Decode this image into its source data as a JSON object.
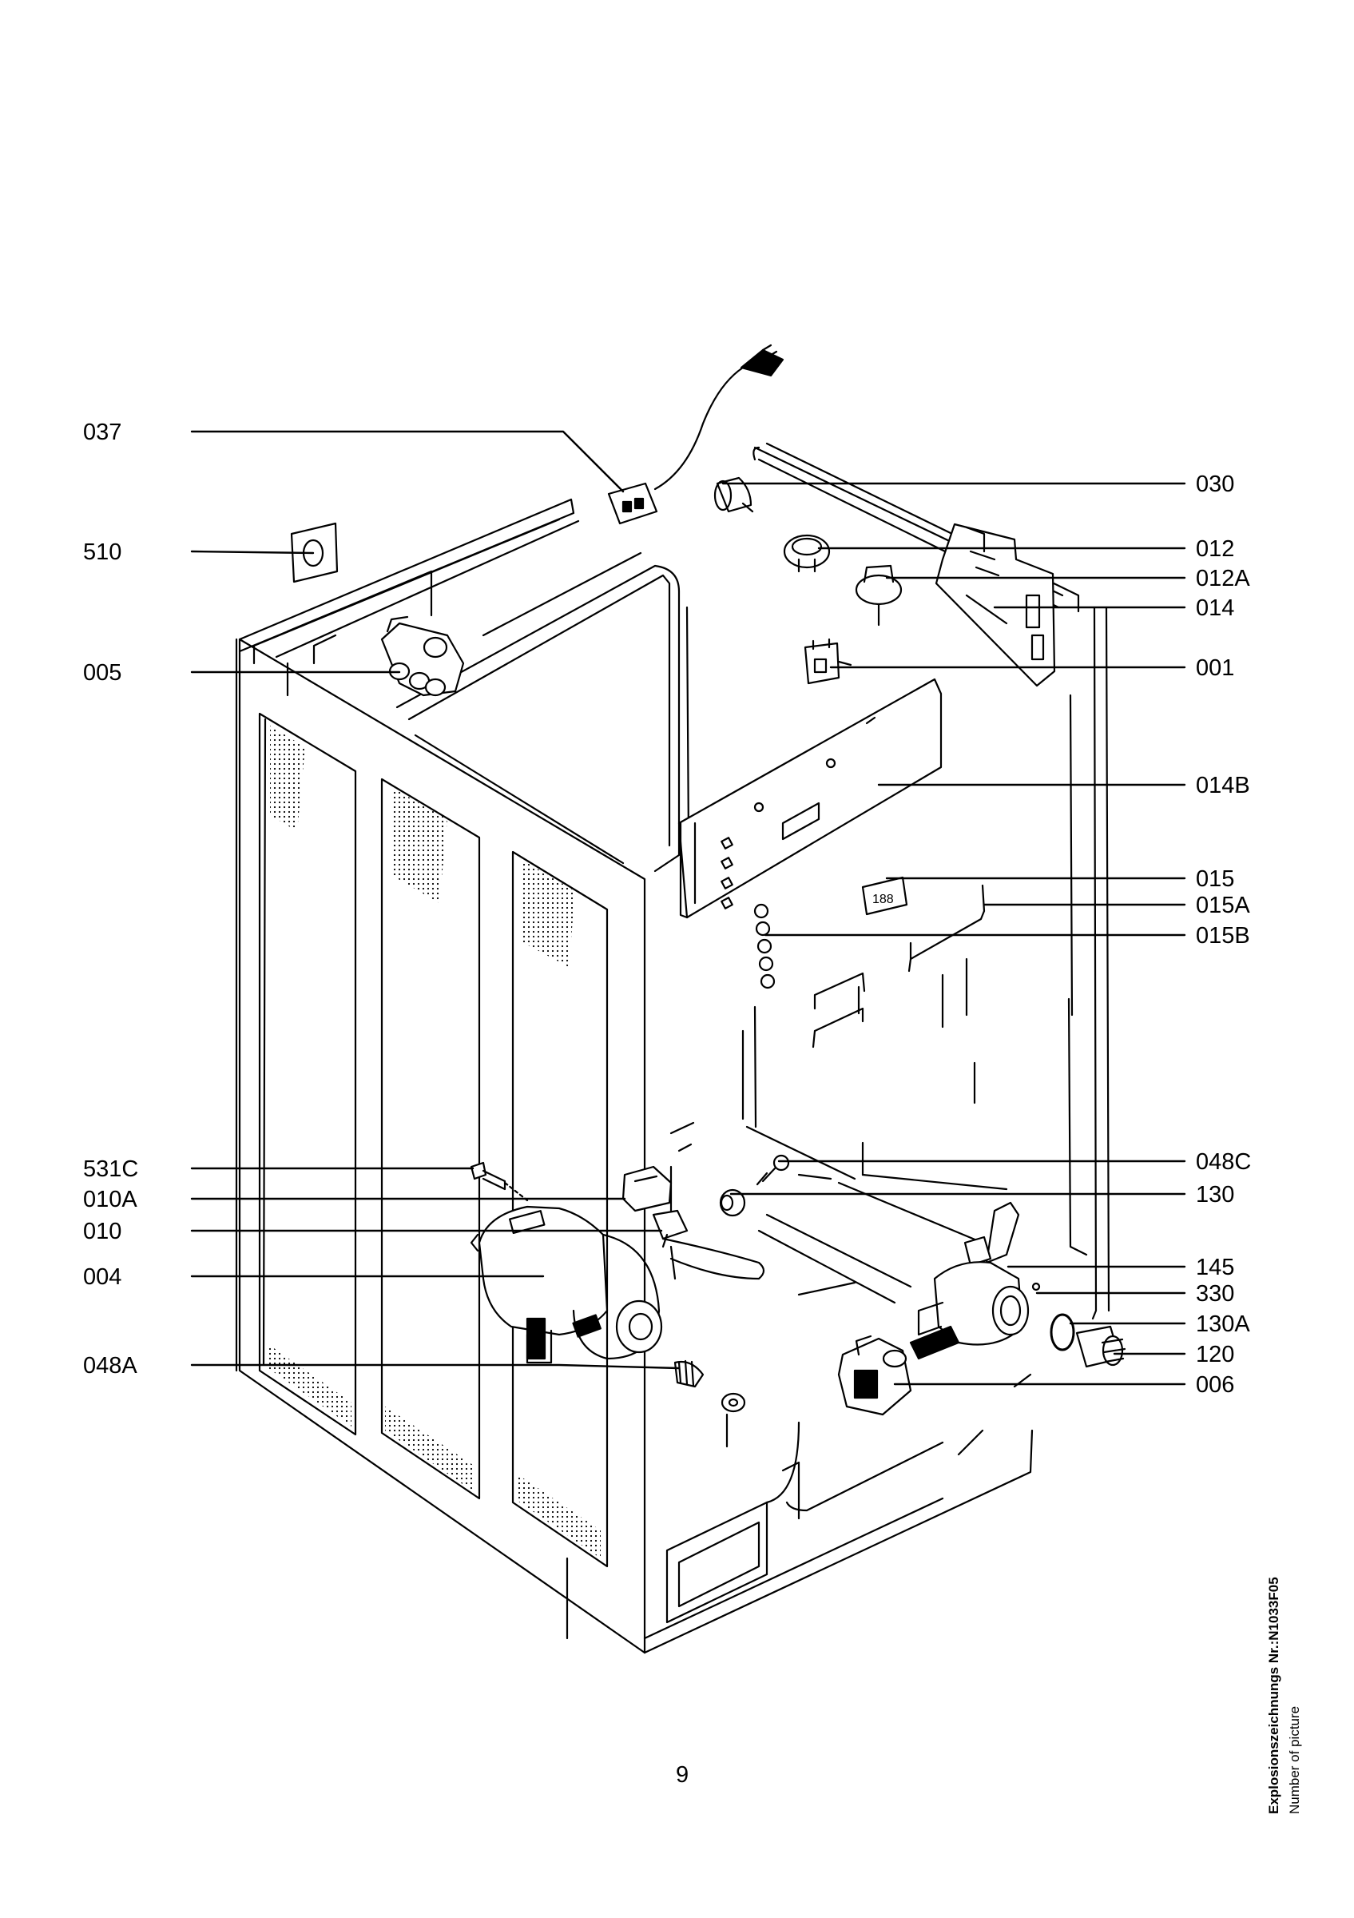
{
  "labels_left": [
    {
      "id": "037",
      "text": "037"
    },
    {
      "id": "510",
      "text": "510"
    },
    {
      "id": "005",
      "text": "005"
    },
    {
      "id": "531C",
      "text": "531C"
    },
    {
      "id": "010A",
      "text": "010A"
    },
    {
      "id": "010",
      "text": "010"
    },
    {
      "id": "004",
      "text": "004"
    },
    {
      "id": "048A",
      "text": "048A"
    }
  ],
  "labels_right": [
    {
      "id": "030",
      "text": "030"
    },
    {
      "id": "012",
      "text": "012"
    },
    {
      "id": "012A",
      "text": "012A"
    },
    {
      "id": "014",
      "text": "014"
    },
    {
      "id": "001",
      "text": "001"
    },
    {
      "id": "014B",
      "text": "014B"
    },
    {
      "id": "015",
      "text": "015"
    },
    {
      "id": "015A",
      "text": "015A"
    },
    {
      "id": "015B",
      "text": "015B"
    },
    {
      "id": "048C",
      "text": "048C"
    },
    {
      "id": "130",
      "text": "130"
    },
    {
      "id": "145",
      "text": "145"
    },
    {
      "id": "330",
      "text": "330"
    },
    {
      "id": "130A",
      "text": "130A"
    },
    {
      "id": "120",
      "text": "120"
    },
    {
      "id": "006",
      "text": "006"
    }
  ],
  "page_number": "9",
  "side_caption": {
    "line1": "Explosionszeichnungs Nr.:N1033F05",
    "line2": "Number of picture"
  },
  "display_digits": "188"
}
